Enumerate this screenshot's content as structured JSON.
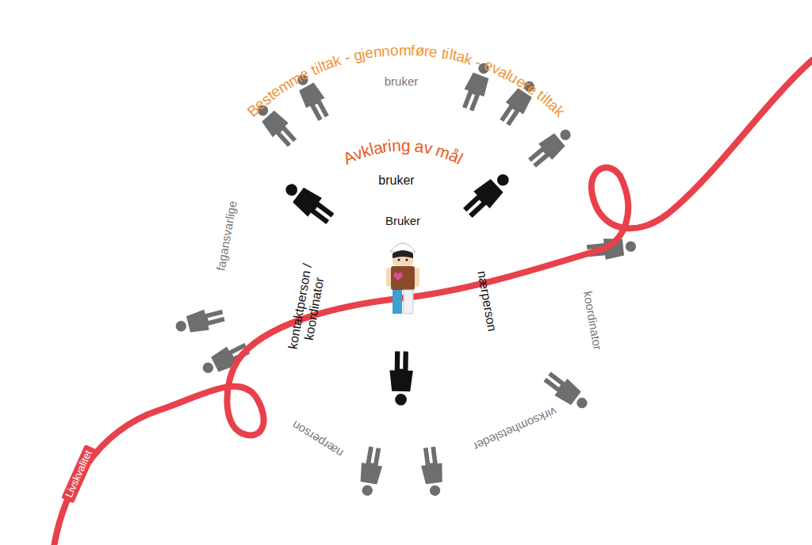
{
  "diagram": {
    "nodes": [
      {
        "text": [
          "Bestemme tiltak - gjennomføre tiltak - evaluere tiltak",
          "bruker",
          "fagansvarlige",
          "koordinator",
          "virksomhetsleder",
          "nærperson"
        ]
      },
      {
        "text": [
          "Avklaring av mål",
          "bruker",
          "kontaktperson / koordinator",
          "nærperson"
        ],
        "in": 0
      },
      {
        "text": [
          "Bruker"
        ],
        "in": 1
      }
    ],
    "labels": [
      "Livskvalitet"
    ]
  }
}
